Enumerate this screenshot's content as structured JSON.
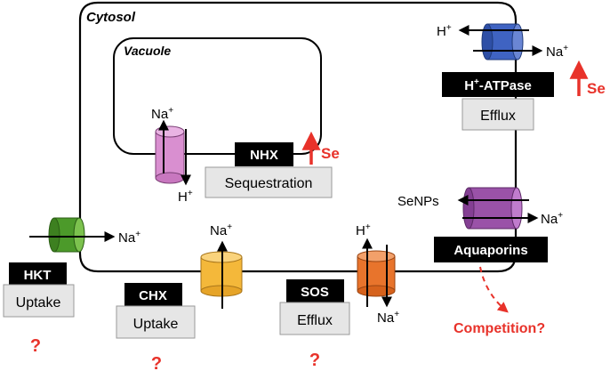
{
  "compartments": {
    "cytosol": "Cytosol",
    "vacuole": "Vacuole"
  },
  "ions": {
    "h": "H",
    "na": "Na",
    "plus": "+"
  },
  "transporters": {
    "nhx": {
      "name": "NHX",
      "role": "Sequestration"
    },
    "hatpase": {
      "name_h": "H",
      "name_rest": "-ATPase",
      "role": "Efflux"
    },
    "aquaporins": {
      "name": "Aquaporins",
      "substrate": "SeNPs"
    },
    "hkt": {
      "name": "HKT",
      "role": "Uptake"
    },
    "chx": {
      "name": "CHX",
      "role": "Uptake"
    },
    "sos": {
      "name": "SOS",
      "role": "Efflux"
    }
  },
  "annotations": {
    "se": "Se",
    "competition": "Competition?",
    "question": "?"
  },
  "colors": {
    "nhx_channel": "#d98fd0",
    "hatpase_channel": "#3f63c2",
    "aquaporin_channel": "#9a52a8",
    "hkt_channel": "#4c9a2a",
    "chx_channel": "#f4b83a",
    "sos_channel": "#e8742c",
    "accent_red": "#e8322a",
    "label_box": "#000000",
    "role_box": "#e6e6e6"
  }
}
